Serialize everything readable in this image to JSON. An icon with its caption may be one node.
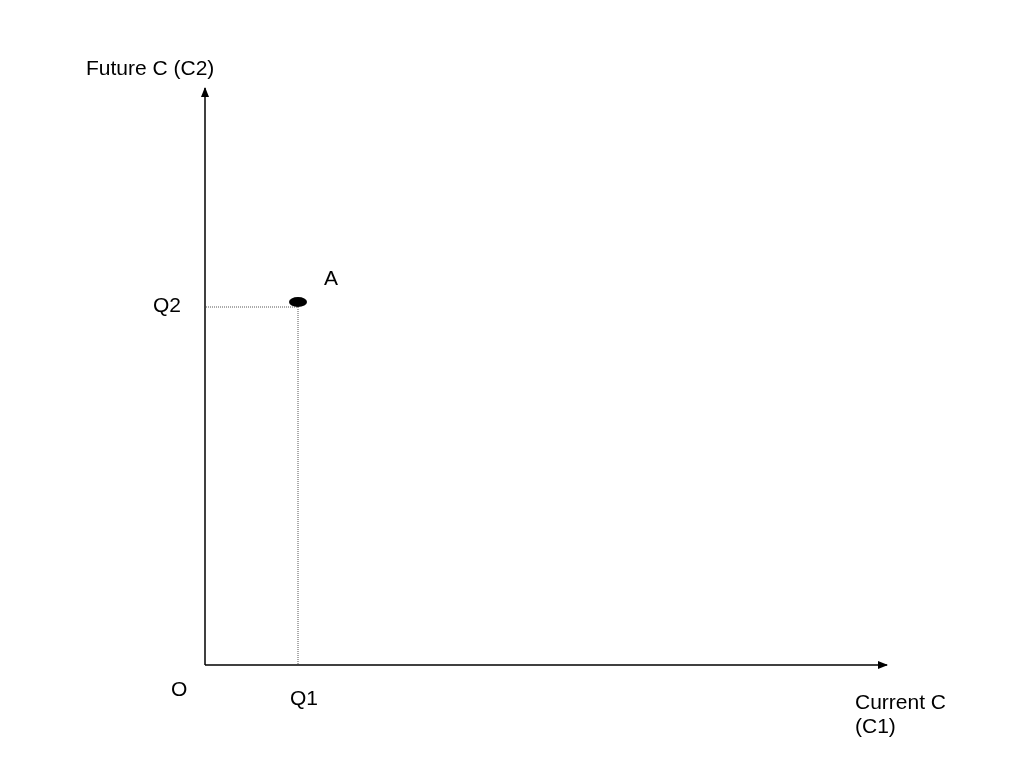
{
  "diagram": {
    "labels": [
      "Future C (C2)",
      "A",
      "Q2",
      "O",
      "Q1",
      "Current C (C1)"
    ]
  }
}
